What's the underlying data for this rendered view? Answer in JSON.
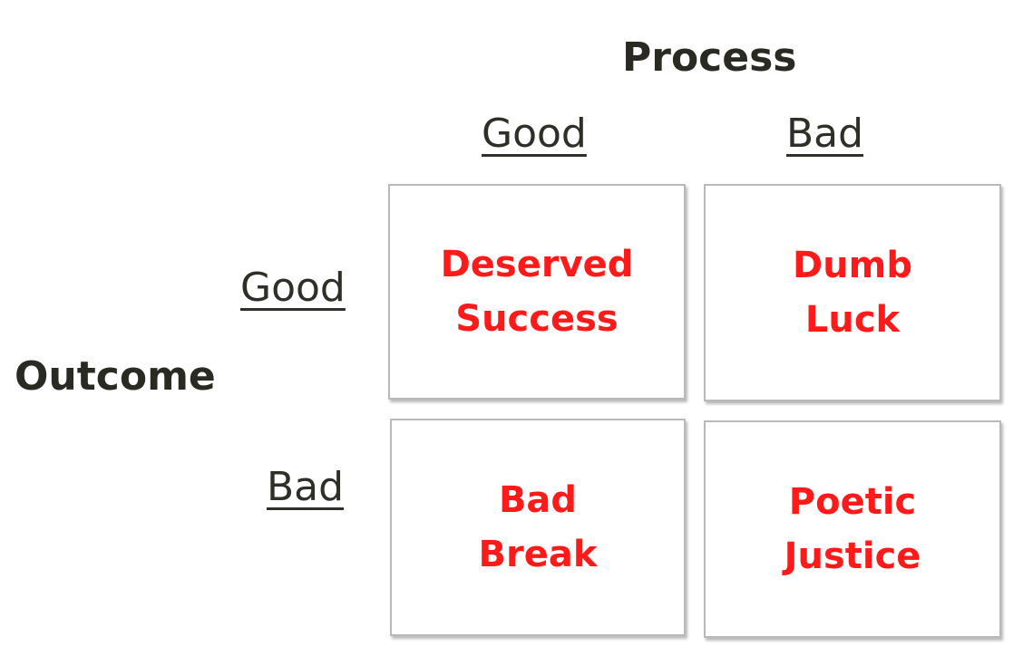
{
  "axes": {
    "column_title": "Process",
    "row_title": "Outcome",
    "columns": [
      "Good",
      "Bad"
    ],
    "rows": [
      "Good",
      "Bad"
    ]
  },
  "cells": {
    "good_good": "Deserved\nSuccess",
    "good_bad": "Dumb\nLuck",
    "bad_good": "Bad\nBreak",
    "bad_bad": "Poetic\nJustice"
  },
  "colors": {
    "cell_text": "#ff1a1a",
    "label_text": "#2f2f27",
    "cell_border": "#b9b9b9"
  }
}
